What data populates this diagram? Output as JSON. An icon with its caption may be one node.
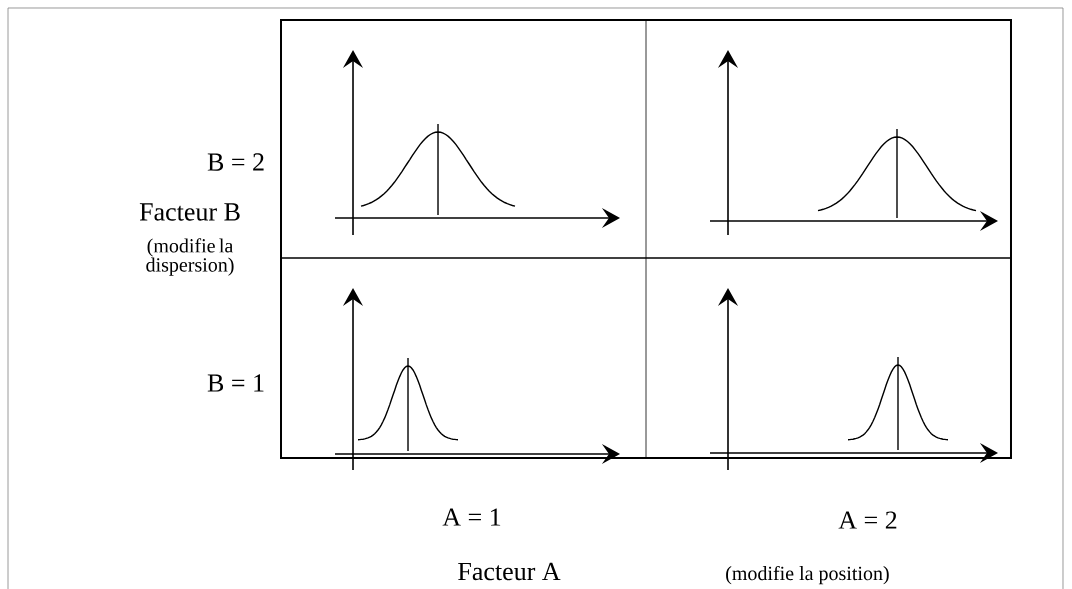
{
  "diagram": {
    "labels": [
      "B = 2",
      "Facteur B",
      "(modifie la dispersion)",
      "B = 1",
      "A = 1",
      "A = 2",
      "Facteur A",
      "(modifie la position)"
    ]
  }
}
